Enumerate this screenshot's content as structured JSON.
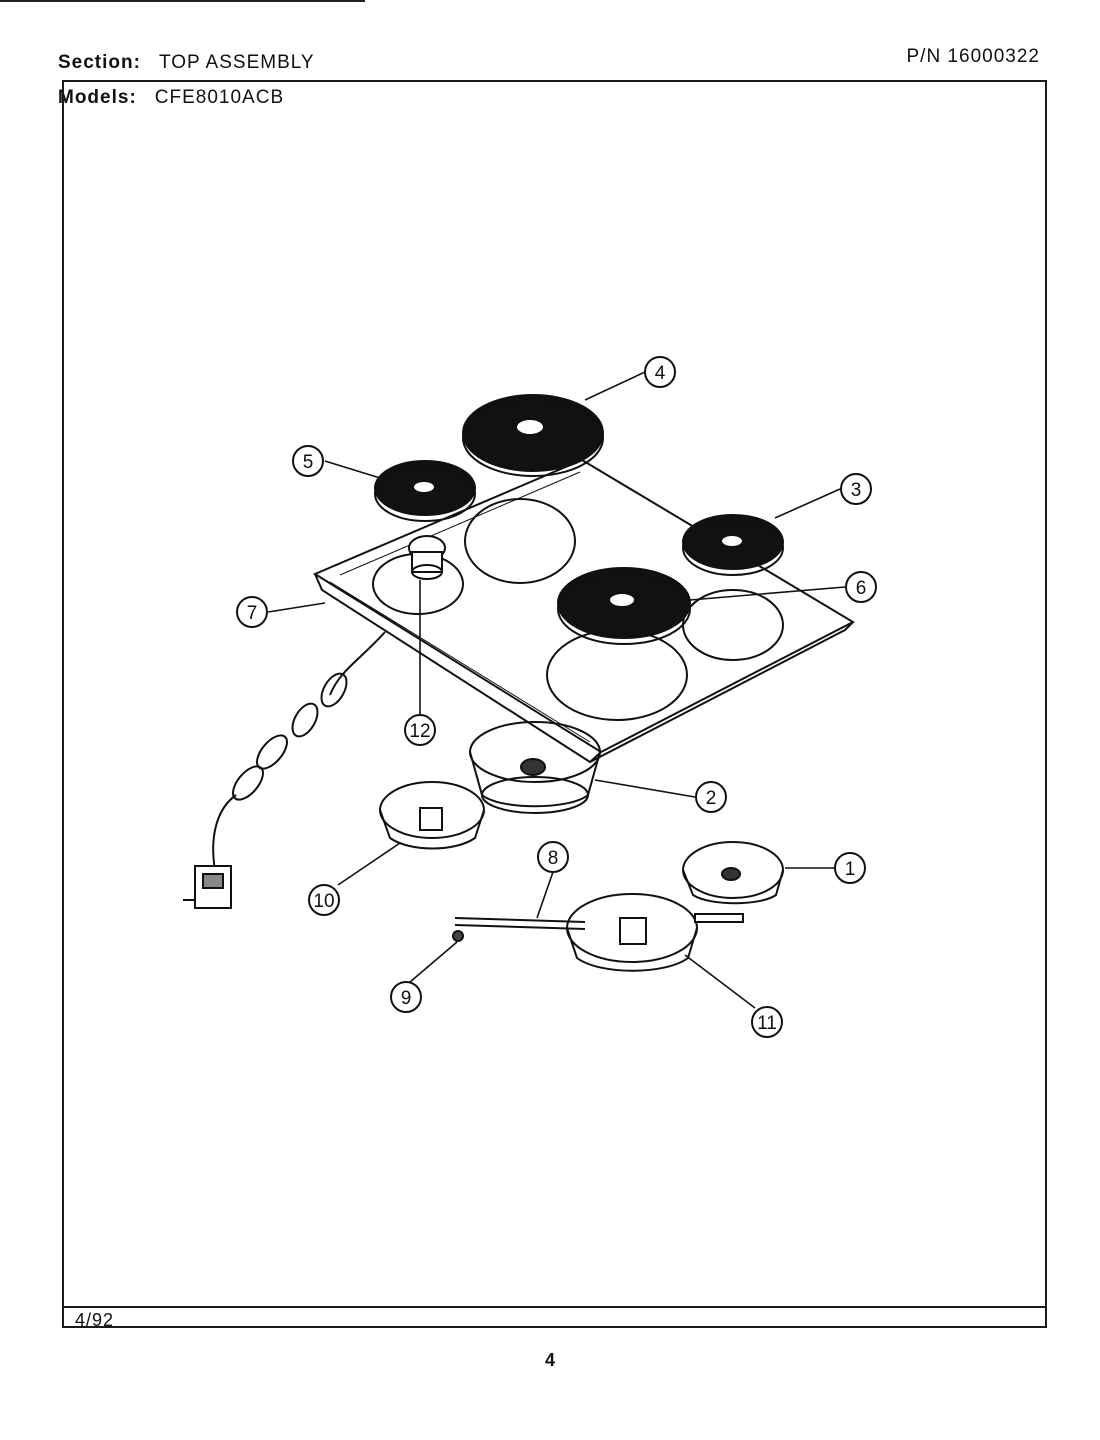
{
  "header": {
    "section_label": "Section:",
    "section_value": "TOP ASSEMBLY",
    "pn": "P/N 16000322",
    "models_label": "Models:",
    "models_value": "CFE8010ACB"
  },
  "footer": {
    "date": "4/92",
    "page_number": "4"
  },
  "callouts": [
    "1",
    "2",
    "3",
    "4",
    "5",
    "6",
    "7",
    "8",
    "9",
    "10",
    "11",
    "12"
  ]
}
